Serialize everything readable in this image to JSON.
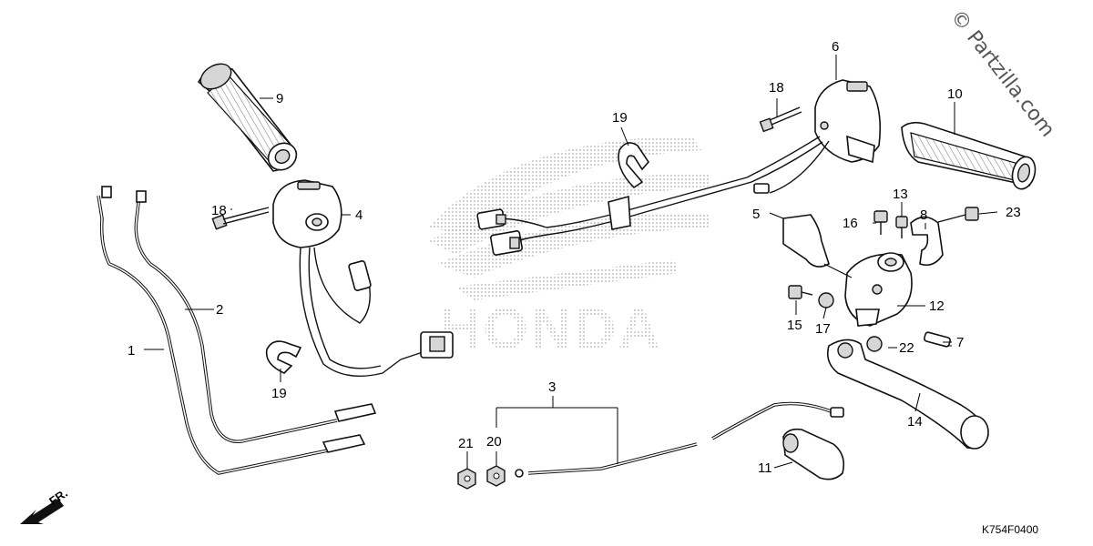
{
  "watermark": "© Partzilla.com",
  "diagram_code": "K754F0400",
  "front_indicator": "FR.",
  "brand_background": "HONDA",
  "callouts": [
    {
      "id": "c1",
      "label": "1"
    },
    {
      "id": "c2",
      "label": "2"
    },
    {
      "id": "c3",
      "label": "3"
    },
    {
      "id": "c4",
      "label": "4"
    },
    {
      "id": "c5",
      "label": "5"
    },
    {
      "id": "c6",
      "label": "6"
    },
    {
      "id": "c7",
      "label": "7"
    },
    {
      "id": "c8",
      "label": "8"
    },
    {
      "id": "c9",
      "label": "9"
    },
    {
      "id": "c10",
      "label": "10"
    },
    {
      "id": "c11",
      "label": "11"
    },
    {
      "id": "c12",
      "label": "12"
    },
    {
      "id": "c13",
      "label": "13"
    },
    {
      "id": "c14",
      "label": "14"
    },
    {
      "id": "c15",
      "label": "15"
    },
    {
      "id": "c16",
      "label": "16"
    },
    {
      "id": "c17",
      "label": "17"
    },
    {
      "id": "c18a",
      "label": "18"
    },
    {
      "id": "c18b",
      "label": "18"
    },
    {
      "id": "c19a",
      "label": "19"
    },
    {
      "id": "c19b",
      "label": "19"
    },
    {
      "id": "c20",
      "label": "20"
    },
    {
      "id": "c21",
      "label": "21"
    },
    {
      "id": "c22",
      "label": "22"
    },
    {
      "id": "c23",
      "label": "23"
    }
  ]
}
